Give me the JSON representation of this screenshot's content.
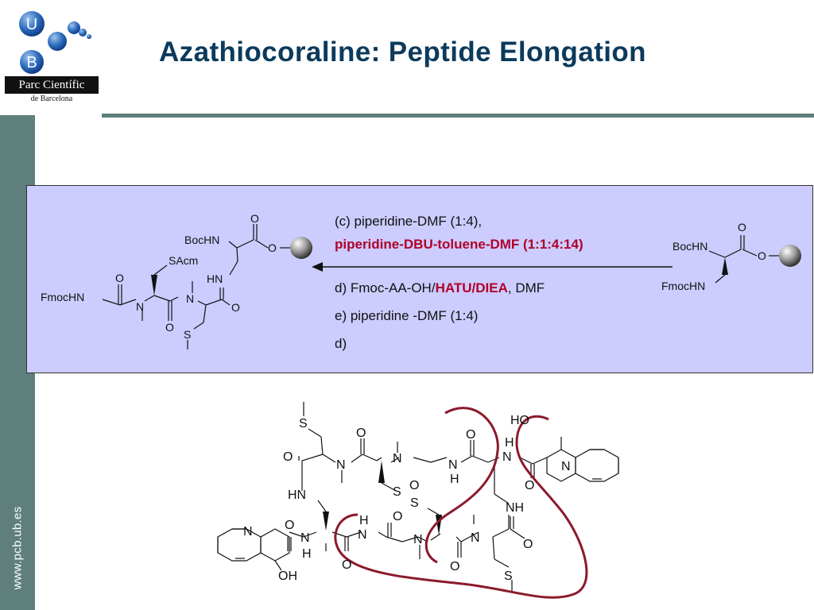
{
  "header": {
    "title": "Azathiocoraline: Peptide Elongation",
    "logo_letter_u": "U",
    "logo_letter_b": "B",
    "logo_line1": "Parc Científic",
    "logo_line2": "de Barcelona"
  },
  "sidebar": {
    "url": "www.pcb.ub.es"
  },
  "scheme": {
    "cond_c_1": "(c) piperidine-DMF (1:4),",
    "cond_c_2": "piperidine-DBU-toluene-DMF (1:1:4:14)",
    "cond_d_pre": "d) Fmoc-AA-OH/",
    "cond_d_hatu": "HATU",
    "cond_d_slash": "/",
    "cond_d_diea": "DIEA",
    "cond_d_post": ", DMF",
    "cond_e": "e) piperidine -DMF (1:4)",
    "cond_d2": "d)",
    "start_labels": {
      "bochn": "BocHN",
      "fmochn": "FmocHN",
      "o1": "O",
      "o2": "O"
    },
    "product_labels": {
      "bochn": "BocHN",
      "fmochn": "FmocHN",
      "hn": "HN",
      "n1": "N",
      "n2": "N",
      "sacm": "SAcm",
      "s": "S",
      "o": "O"
    }
  },
  "macrocycle_labels": {
    "s": "S",
    "o": "O",
    "n": "N",
    "hn": "HN",
    "nh": "NH",
    "h": "H",
    "ho": "HO",
    "oh": "OH"
  },
  "colors": {
    "title": "#0b3a5c",
    "sidebar": "#5f7f7d",
    "box": "#ccccff",
    "highlight": "#b0002a",
    "loop": "#8b1a2b"
  }
}
